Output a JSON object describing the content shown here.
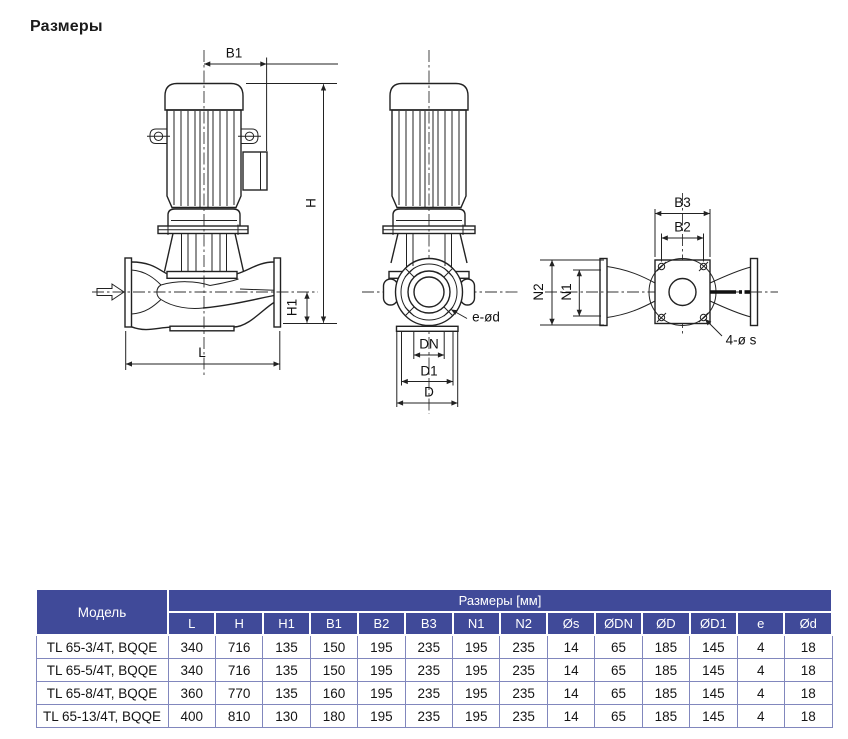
{
  "title": "Размеры",
  "drawings": {
    "side_view": {
      "b1": "B1",
      "h": "H",
      "h1": "H1",
      "l": "L"
    },
    "front_view": {
      "e_od": "e-ød",
      "dn": "DN",
      "d1": "D1",
      "d": "D"
    },
    "top_view": {
      "b3": "B3",
      "b2": "B2",
      "n2": "N2",
      "n1": "N1",
      "s4": "4-ø s"
    }
  },
  "table": {
    "model_header": "Модель",
    "dims_header": "Размеры [мм]",
    "columns": [
      "L",
      "H",
      "H1",
      "B1",
      "B2",
      "B3",
      "N1",
      "N2",
      "Øs",
      "ØDN",
      "ØD",
      "ØD1",
      "e",
      "Ød"
    ],
    "rows": [
      {
        "model": "TL 65-3/4T, BQQE",
        "values": [
          "340",
          "716",
          "135",
          "150",
          "195",
          "235",
          "195",
          "235",
          "14",
          "65",
          "185",
          "145",
          "4",
          "18"
        ]
      },
      {
        "model": "TL 65-5/4T, BQQE",
        "values": [
          "340",
          "716",
          "135",
          "150",
          "195",
          "235",
          "195",
          "235",
          "14",
          "65",
          "185",
          "145",
          "4",
          "18"
        ]
      },
      {
        "model": "TL 65-8/4T, BQQE",
        "values": [
          "360",
          "770",
          "135",
          "160",
          "195",
          "235",
          "195",
          "235",
          "14",
          "65",
          "185",
          "145",
          "4",
          "18"
        ]
      },
      {
        "model": "TL 65-13/4T, BQQE",
        "values": [
          "400",
          "810",
          "130",
          "180",
          "195",
          "235",
          "195",
          "235",
          "14",
          "65",
          "185",
          "145",
          "4",
          "18"
        ]
      }
    ]
  },
  "colors": {
    "header_bg": "#404a99",
    "body_border": "#8187bd",
    "ink": "#1f1f1f"
  }
}
